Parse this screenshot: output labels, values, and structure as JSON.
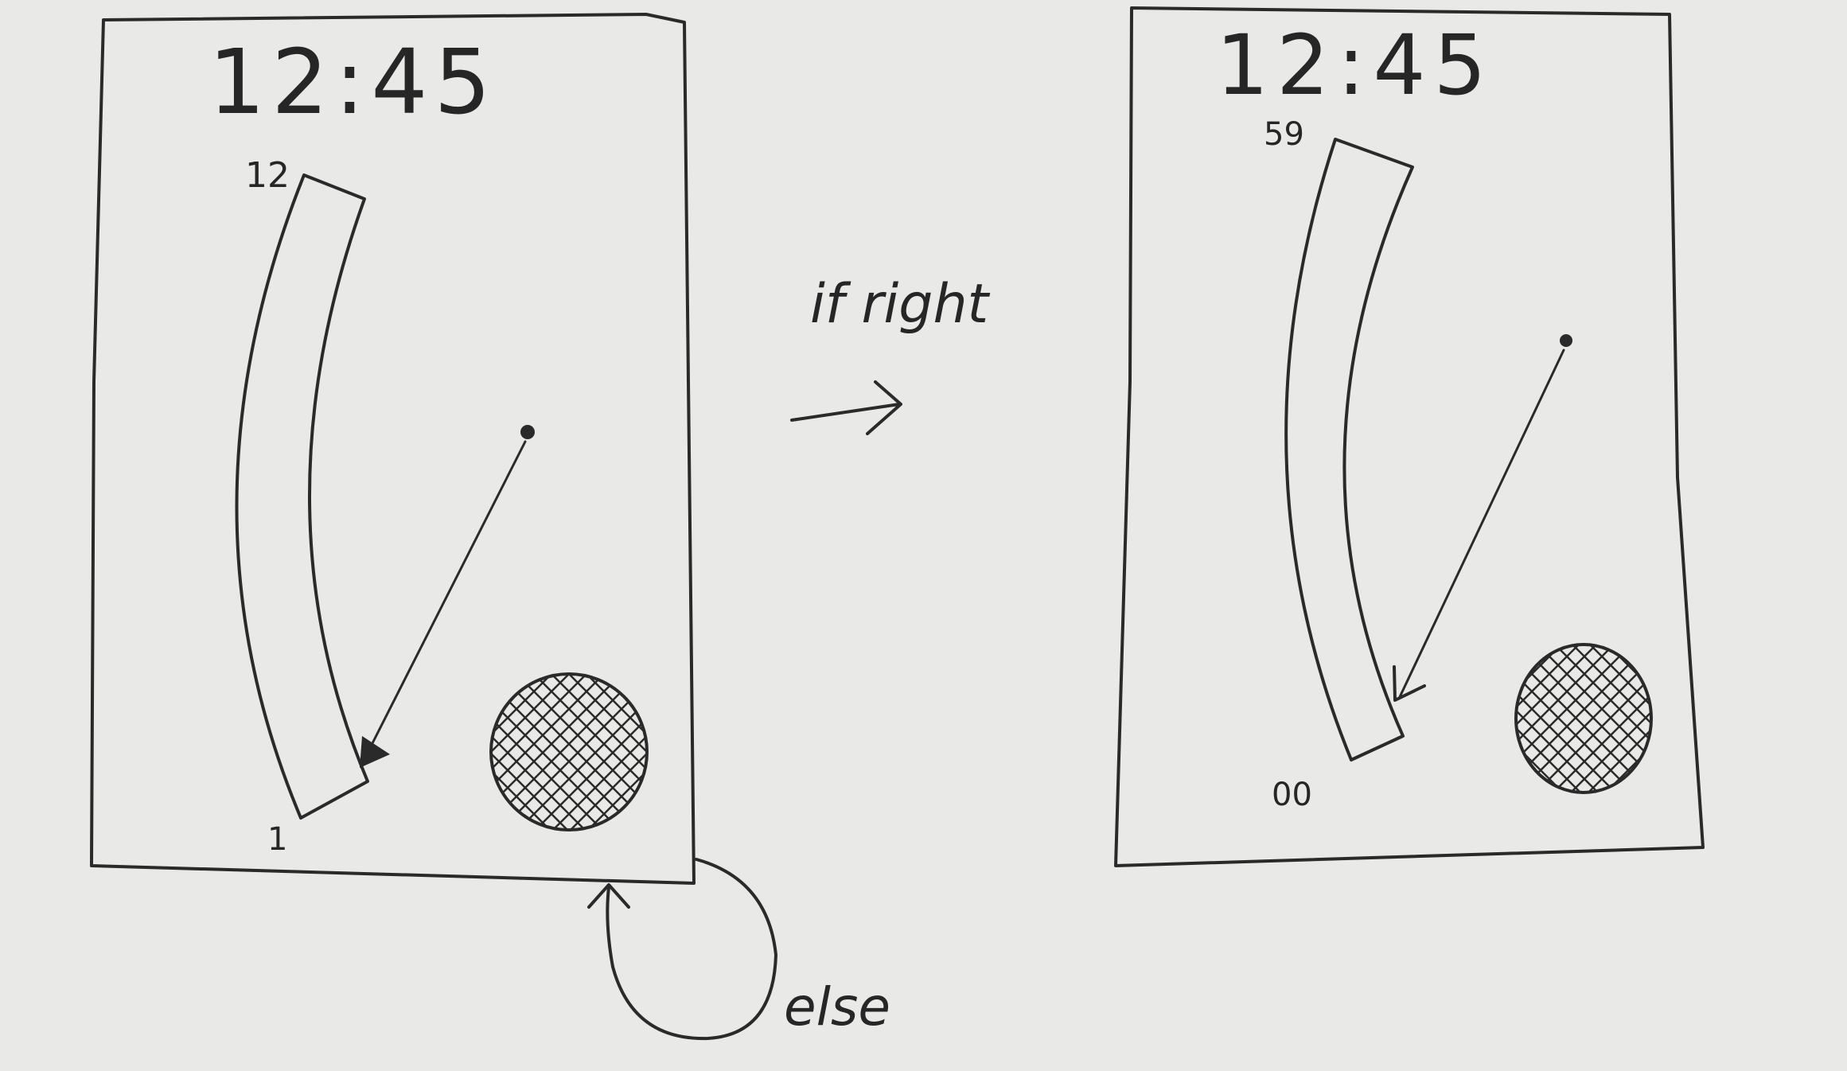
{
  "colors": {
    "paper": "#e9e9e7",
    "ink": "#2a2a2a"
  },
  "screens": [
    {
      "clock": "12:45",
      "slider_top_label": "12",
      "slider_bottom_label": "1"
    },
    {
      "clock": "12:45",
      "slider_top_label": "59",
      "slider_bottom_label": "00"
    }
  ],
  "transitions": {
    "right_label": "if right",
    "else_label": "else"
  },
  "icons": {
    "hatched_button": "crosshatched-circle-icon",
    "arrow": "arrow-right-icon",
    "loop": "loop-arrow-icon"
  }
}
